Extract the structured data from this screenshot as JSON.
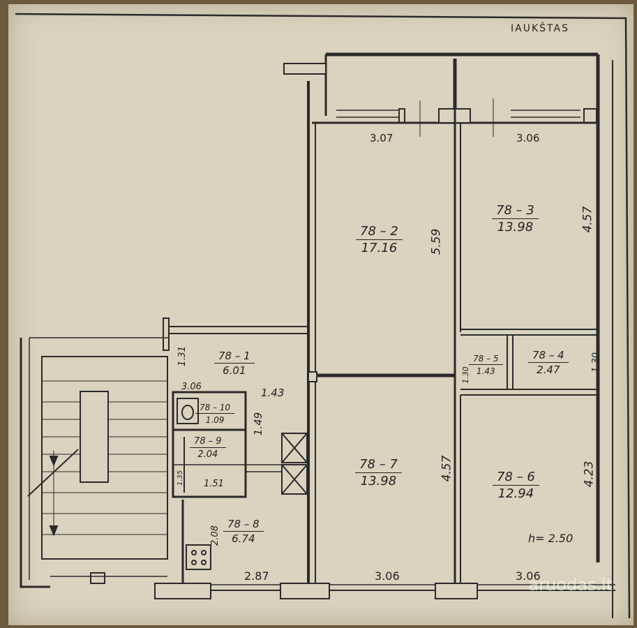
{
  "header": {
    "floor_label": "IAUKŠTAS"
  },
  "rooms": [
    {
      "id": "78 – 1",
      "area": "6.01"
    },
    {
      "id": "78 – 2",
      "area": "17.16"
    },
    {
      "id": "78 – 3",
      "area": "13.98"
    },
    {
      "id": "78 – 4",
      "area": "2.47"
    },
    {
      "id": "78 – 5",
      "area": "1.43"
    },
    {
      "id": "78 – 6",
      "area": "12.94"
    },
    {
      "id": "78 – 7",
      "area": "13.98"
    },
    {
      "id": "78 – 8",
      "area": "6.74"
    },
    {
      "id": "78 – 9",
      "area": "2.04"
    },
    {
      "id": "78 – 10",
      "area": "1.09"
    }
  ],
  "dimensions": {
    "room2_width": "3.07",
    "room3_width": "3.06",
    "room2_length": "5.59",
    "room3_length": "4.57",
    "hall_depth": "1.31",
    "hall_width": "3.06",
    "hall_passage": "1.43",
    "wc_length": "1.49",
    "storage4_depth": "1.30",
    "corridor5_depth": "1.30",
    "room7_length": "4.57",
    "room6_length": "4.23",
    "bath_small_width": "1.35",
    "bath_area": "1.51",
    "kitchen_depth": "2.08",
    "kitchen_width": "2.87",
    "room7_width": "3.06",
    "room6_width": "3.06"
  },
  "ceiling_height": "h= 2.50",
  "watermark": "aruodas.lt"
}
